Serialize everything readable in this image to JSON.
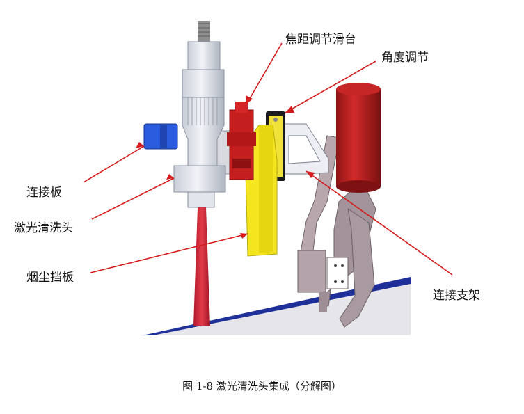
{
  "labels": {
    "focus_slide": "焦距调节滑台",
    "angle_adjust": "角度调节",
    "connector_plate": "连接板",
    "laser_head": "激光清洗头",
    "smoke_baffle": "烟尘挡板",
    "connector_bracket": "连接支架"
  },
  "caption": "图 1-8 激光清洗头集成（分解图）",
  "colors": {
    "annotation_arrow": "#d41c1c",
    "connector_plate": "#2856d6",
    "slide": "#cc1f1f",
    "baffle": "#f2e21a",
    "cylinder": "#b81e1e",
    "floor_edge": "#1f2f9a",
    "beam": "#d02a3a",
    "head_body": "#dfe3ec"
  }
}
